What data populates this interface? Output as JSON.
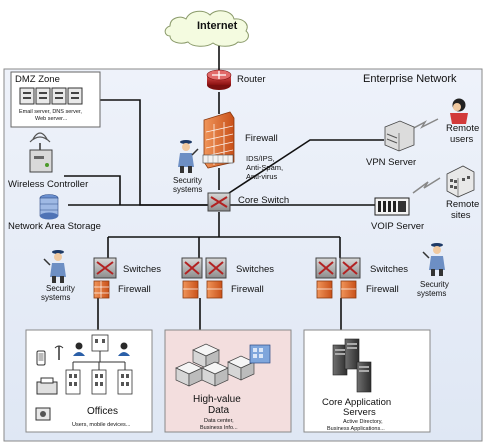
{
  "cloud": {
    "label": "Internet"
  },
  "network": {
    "title": "Enterprise Network"
  },
  "dmz": {
    "title": "DMZ Zone",
    "caption": [
      "Email server, DNS server,",
      "Web server..."
    ]
  },
  "devices": {
    "router": "Router",
    "firewall": "Firewall",
    "firewall_features": [
      "IDS/IPS,",
      "Anti-Spam,",
      "Anti-virus"
    ],
    "core_switch": "Core Switch",
    "vpn_server": "VPN Server",
    "remote_users": [
      "Remote",
      "users"
    ],
    "remote_sites": [
      "Remote",
      "sites"
    ],
    "voip_server": "VOIP Server",
    "wireless_controller": "Wireless Controller",
    "nas": "Network Area Storage",
    "security_center": [
      "Security",
      "systems"
    ],
    "security_left": [
      "Security",
      "systems"
    ],
    "security_right": [
      "Security",
      "systems"
    ],
    "switches": [
      "Switches",
      "Switches",
      "Switches"
    ],
    "firewalls": [
      "Firewall",
      "Firewall",
      "Firewall"
    ]
  },
  "zones": {
    "offices": {
      "title": "Offices",
      "caption": "Users, mobile devices..."
    },
    "hvd": {
      "title": [
        "High-value",
        "Data"
      ],
      "caption": [
        "Data center,",
        "Business Info..."
      ]
    },
    "core_apps": {
      "title": [
        "Core Application",
        "Servers"
      ],
      "caption": [
        "Active Directory,",
        "Business Applications..."
      ]
    }
  },
  "colors": {
    "net_bg": "#e8eef8",
    "hvd_bg": "#f3dede",
    "firewall": "#e36c2e",
    "router": "#b22222"
  }
}
